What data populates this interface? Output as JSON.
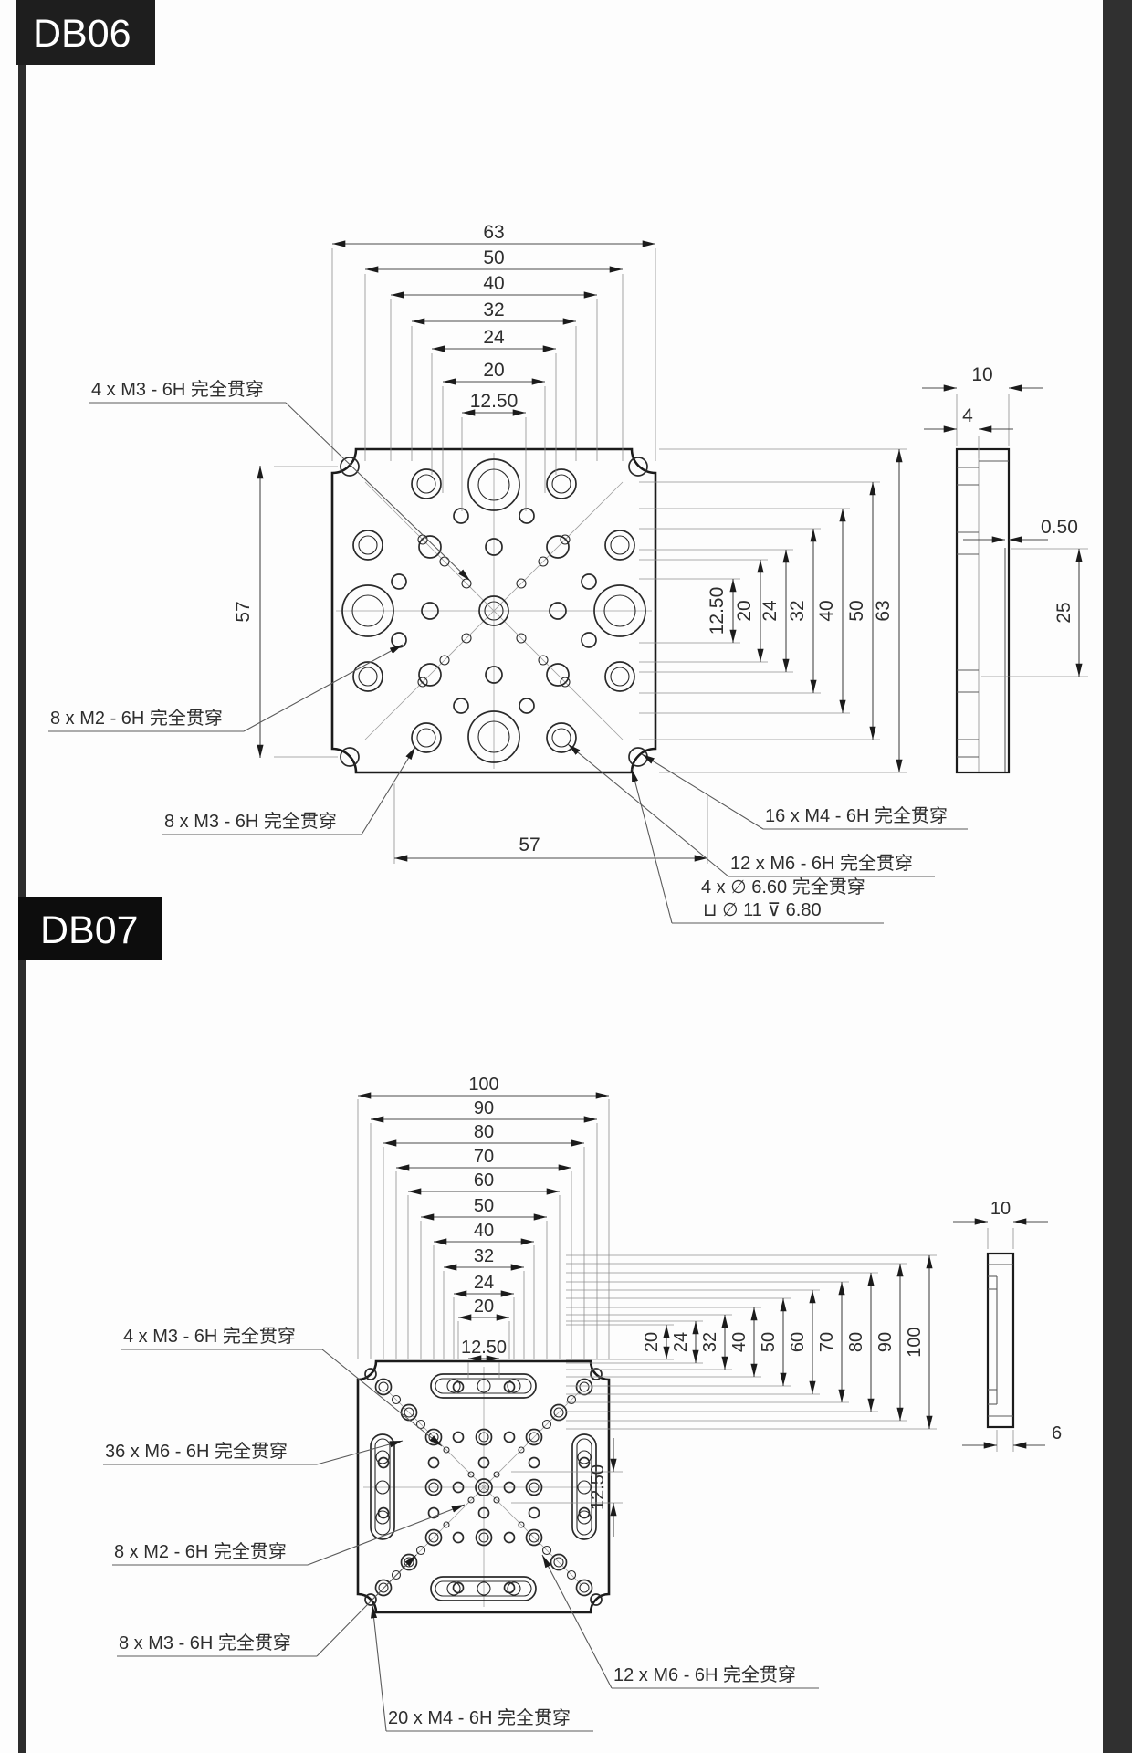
{
  "page": {
    "bg": "#ffffff",
    "frame_color": "#2d2d2d",
    "label_bg": "#161616"
  },
  "db06": {
    "label": "DB06",
    "top_dims": [
      "63",
      "50",
      "40",
      "32",
      "24",
      "20",
      "12.50"
    ],
    "left_dim": "57",
    "bottom_dim": "57",
    "right_dims": [
      "12.50",
      "20",
      "24",
      "32",
      "40",
      "50",
      "63"
    ],
    "side": {
      "w": "10",
      "step": "4",
      "lip": "0.50",
      "depth": "25"
    },
    "callouts": {
      "m3_4": "4 x  M3 - 6H 完全贯穿",
      "m2_8": "8 x  M2 - 6H 完全贯穿",
      "m3_8": "8 x  M3 - 6H 完全贯穿",
      "m4_16": "16 x  M4 - 6H 完全贯穿",
      "m6_12": "12 x  M6 - 6H 完全贯穿",
      "cb_line1": "4 x  ∅ 6.60 完全贯穿",
      "cb_line2": "⊔  ∅ 11  ⊽ 6.80"
    }
  },
  "db07": {
    "label": "DB07",
    "top_dims": [
      "100",
      "90",
      "80",
      "70",
      "60",
      "50",
      "40",
      "32",
      "24",
      "20",
      "12.50"
    ],
    "right_dims": [
      "20",
      "24",
      "32",
      "40",
      "50",
      "60",
      "70",
      "80",
      "90",
      "100"
    ],
    "right_dim_small": "12.50",
    "side": {
      "w": "10",
      "t": "6"
    },
    "callouts": {
      "m3_4": "4 x  M3 - 6H 完全贯穿",
      "m6_36": "36 x  M6 - 6H 完全贯穿",
      "m2_8": "8 x  M2 - 6H 完全贯穿",
      "m3_8": "8 x  M3 - 6H 完全贯穿",
      "m6_12": "12 x  M6 - 6H 完全贯穿",
      "m4_20": "20 x  M4 - 6H 完全贯穿"
    }
  }
}
